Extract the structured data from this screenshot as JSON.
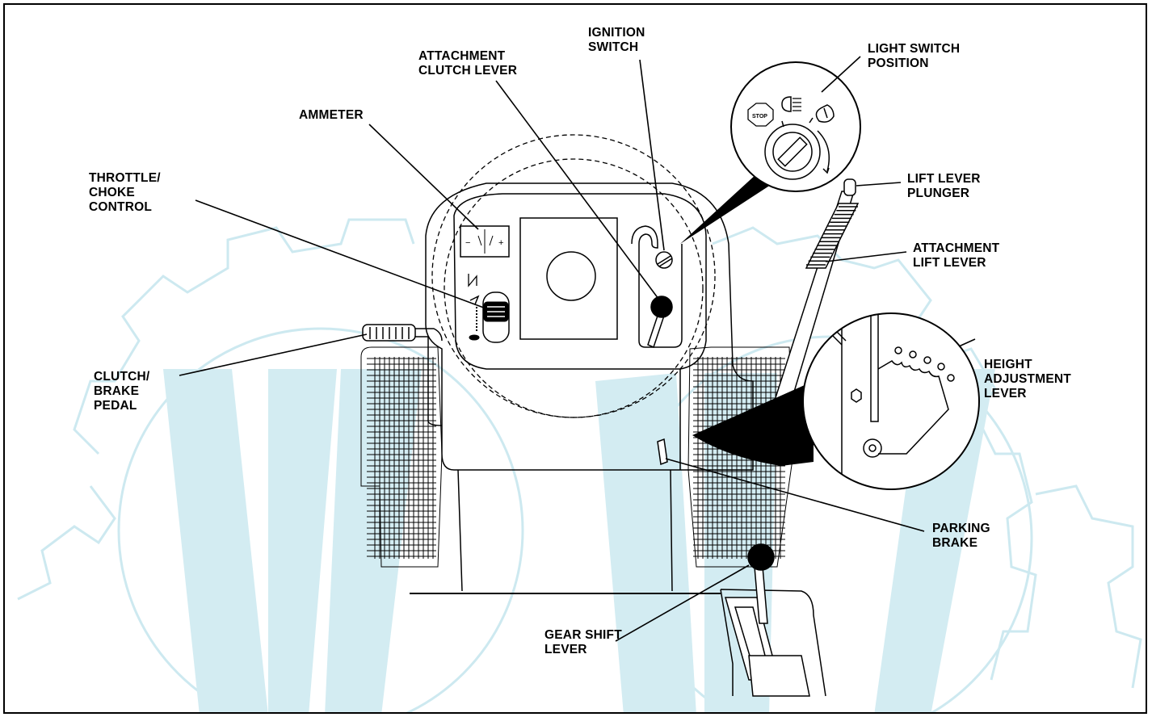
{
  "colors": {
    "watermark": "#cde9f0",
    "ink": "#000000",
    "background": "#ffffff"
  },
  "callouts": {
    "ammeter": {
      "lines": [
        "AMMETER"
      ]
    },
    "attachment_clutch_lever": {
      "lines": [
        "ATTACHMENT",
        "CLUTCH LEVER"
      ]
    },
    "ignition_switch": {
      "lines": [
        "IGNITION",
        "SWITCH"
      ]
    },
    "light_switch_position": {
      "lines": [
        "LIGHT SWITCH",
        "POSITION"
      ]
    },
    "throttle_choke_control": {
      "lines": [
        "THROTTLE/",
        "CHOKE",
        "CONTROL"
      ]
    },
    "lift_lever_plunger": {
      "lines": [
        "LIFT LEVER",
        "PLUNGER"
      ]
    },
    "attachment_lift_lever": {
      "lines": [
        "ATTACHMENT",
        "LIFT LEVER"
      ]
    },
    "clutch_brake_pedal": {
      "lines": [
        "CLUTCH/",
        "BRAKE",
        "PEDAL"
      ]
    },
    "height_adjustment_lever": {
      "lines": [
        "HEIGHT",
        "ADJUSTMENT",
        "LEVER"
      ]
    },
    "parking_brake": {
      "lines": [
        "PARKING",
        "BRAKE"
      ]
    },
    "gear_shift_lever": {
      "lines": [
        "GEAR SHIFT",
        "LEVER"
      ]
    }
  },
  "ammeter_face": {
    "minus": "−",
    "plus": "+"
  },
  "switch_face": {
    "stop": "STOP"
  }
}
